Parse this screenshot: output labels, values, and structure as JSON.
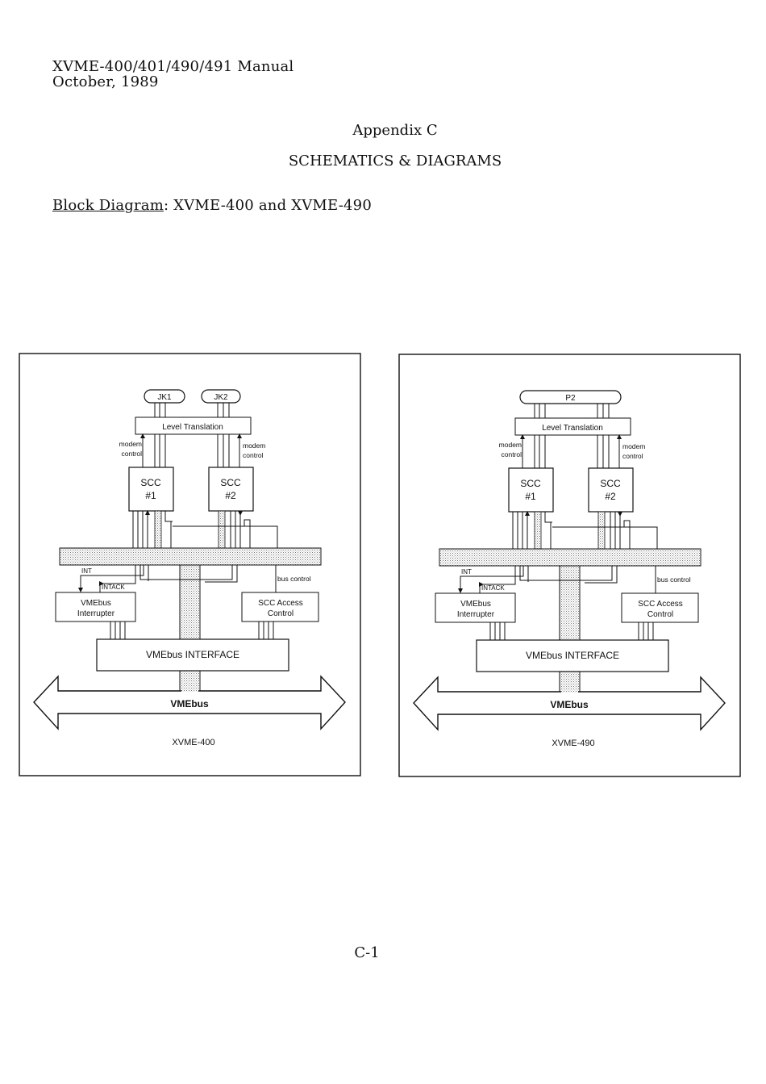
{
  "header": {
    "manual_title": "XVME-400/401/490/491 Manual",
    "date": "October, 1989"
  },
  "appendix": "Appendix C",
  "section_title": "SCHEMATICS & DIAGRAMS",
  "caption": {
    "label": "Block Diagram",
    "text": ": XVME-400 and XVME-490"
  },
  "diagrams": [
    {
      "board": "XVME-400",
      "connectors": [
        "JK1",
        "JK2"
      ],
      "level_translation": "Level Translation",
      "modem_control_left": [
        "modem",
        "control"
      ],
      "modem_control_right": [
        "modem",
        "control"
      ],
      "scc1": [
        "SCC",
        "#1"
      ],
      "scc2": [
        "SCC",
        "#2"
      ],
      "int": "INT",
      "intack": "INTACK",
      "bus_control": "bus control",
      "interrupter": [
        "VMEbus",
        "Interrupter"
      ],
      "access": [
        "SCC Access",
        "Control"
      ],
      "interface": "VMEbus INTERFACE",
      "bus": "VMEbus"
    },
    {
      "board": "XVME-490",
      "connectors": [
        "P2"
      ],
      "level_translation": "Level Translation",
      "modem_control_left": [
        "modem",
        "control"
      ],
      "modem_control_right": [
        "modem",
        "control"
      ],
      "scc1": [
        "SCC",
        "#1"
      ],
      "scc2": [
        "SCC",
        "#2"
      ],
      "int": "INT",
      "intack": "INTACK",
      "bus_control": "bus control",
      "interrupter": [
        "VMEbus",
        "Interrupter"
      ],
      "access": [
        "SCC Access",
        "Control"
      ],
      "interface": "VMEbus INTERFACE",
      "bus": "VMEbus"
    }
  ],
  "page_number": "C-1"
}
